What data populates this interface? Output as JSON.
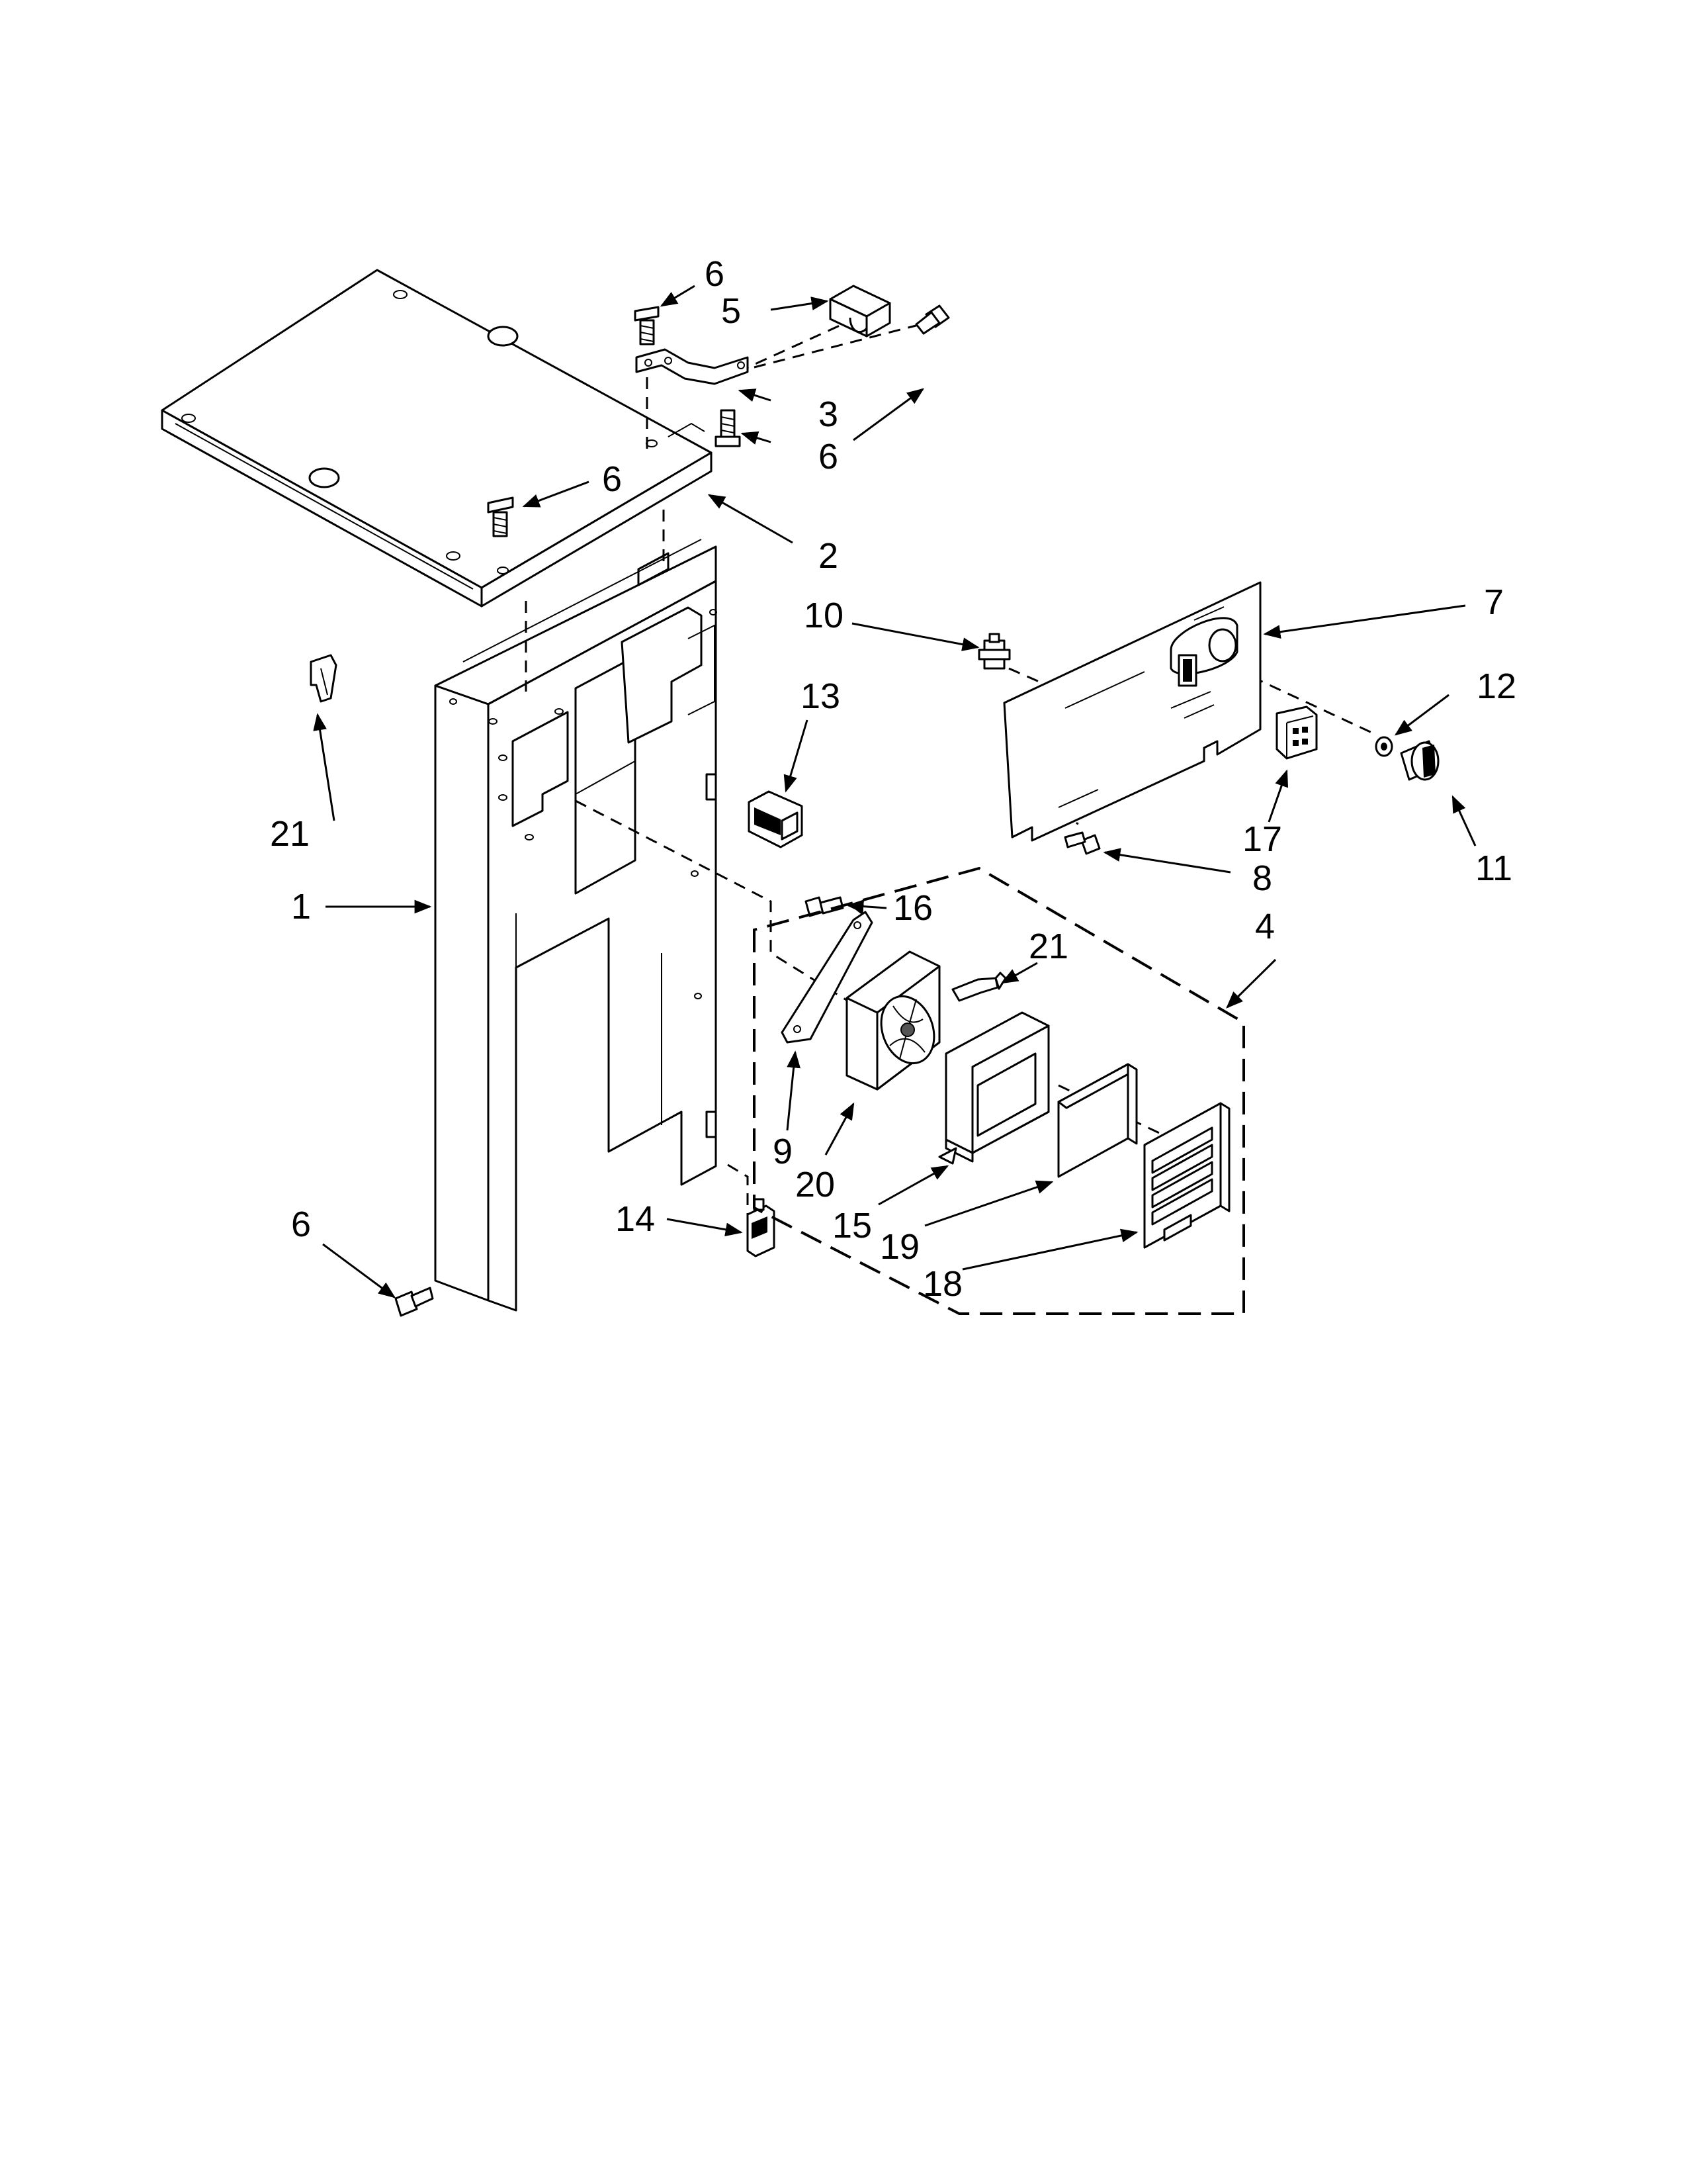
{
  "callouts": [
    {
      "id": "1"
    },
    {
      "id": "2"
    },
    {
      "id": "3"
    },
    {
      "id": "4"
    },
    {
      "id": "5"
    },
    {
      "id": "6"
    },
    {
      "id": "7"
    },
    {
      "id": "8"
    },
    {
      "id": "9"
    },
    {
      "id": "10"
    },
    {
      "id": "11"
    },
    {
      "id": "12"
    },
    {
      "id": "13"
    },
    {
      "id": "14"
    },
    {
      "id": "15"
    },
    {
      "id": "16"
    },
    {
      "id": "17"
    },
    {
      "id": "18"
    },
    {
      "id": "19"
    },
    {
      "id": "20"
    },
    {
      "id": "21"
    }
  ]
}
